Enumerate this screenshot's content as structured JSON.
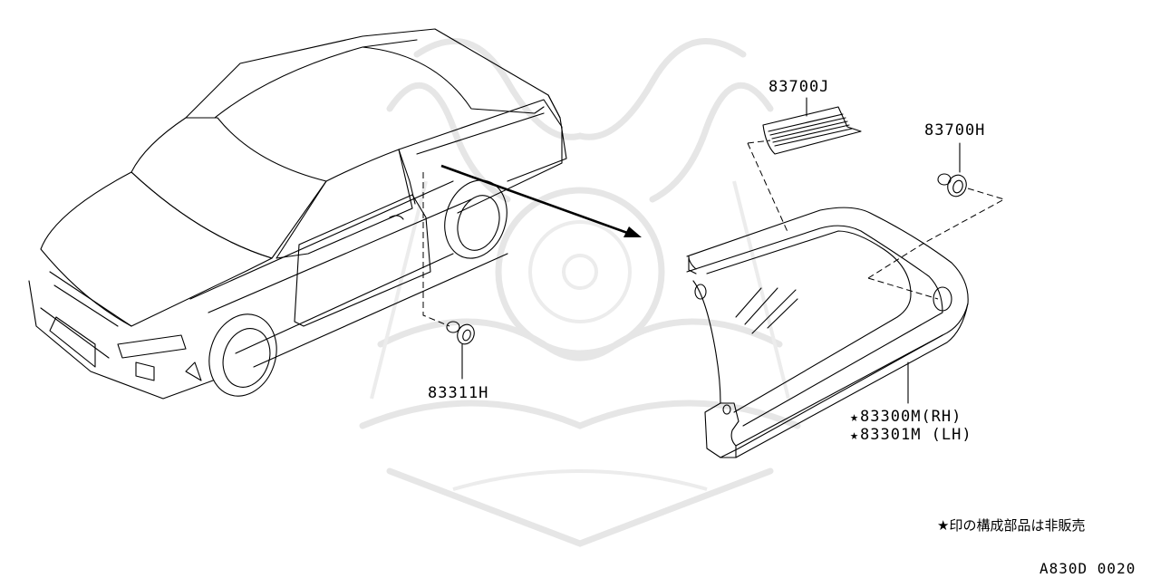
{
  "diagram": {
    "type": "parts-catalog-illustration",
    "subject": "rear quarter window assembly and fasteners",
    "colors": {
      "line": "#000000",
      "background": "#ffffff",
      "watermark": "#e6e6e6"
    }
  },
  "parts": [
    {
      "id": "p1",
      "number": "83700J",
      "starred": false,
      "label": "83700J"
    },
    {
      "id": "p2",
      "number": "83700H",
      "starred": false,
      "label": "83700H"
    },
    {
      "id": "p3",
      "number": "83311H",
      "starred": false,
      "label": "83311H"
    },
    {
      "id": "p4",
      "number": "83300M",
      "side": "RH",
      "starred": true,
      "label": "83300M(RH)"
    },
    {
      "id": "p5",
      "number": "83301M",
      "side": "LH",
      "starred": true,
      "label": "83301M (LH)"
    }
  ],
  "star_symbol": "★",
  "footnote": {
    "star": "★",
    "text": "印の構成部品は非販売"
  },
  "diagram_code": "A830D 0020"
}
